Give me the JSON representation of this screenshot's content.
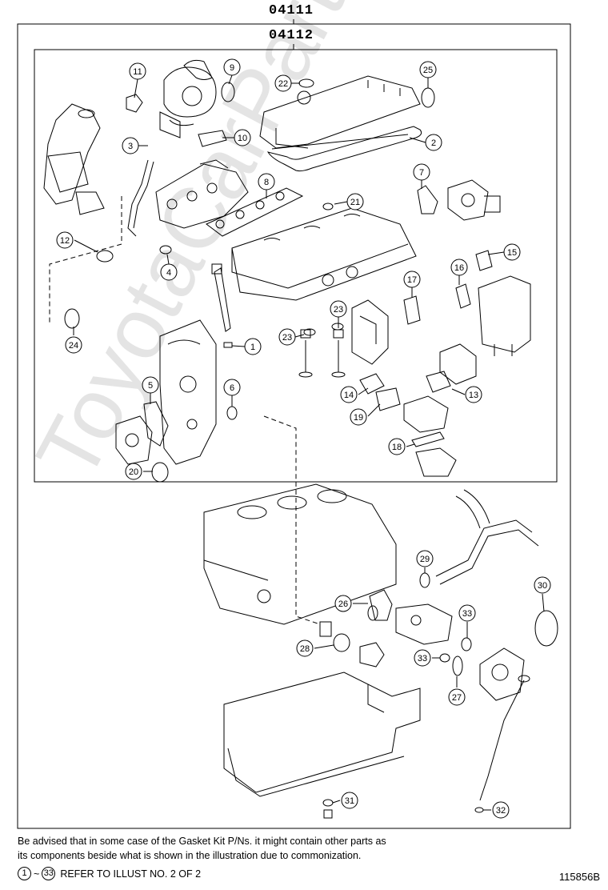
{
  "kits": {
    "outer": "04111",
    "inner": "04112"
  },
  "callouts": [
    {
      "n": "11"
    },
    {
      "n": "9"
    },
    {
      "n": "22"
    },
    {
      "n": "25"
    },
    {
      "n": "10"
    },
    {
      "n": "3"
    },
    {
      "n": "2"
    },
    {
      "n": "8"
    },
    {
      "n": "7"
    },
    {
      "n": "21"
    },
    {
      "n": "12"
    },
    {
      "n": "4"
    },
    {
      "n": "15"
    },
    {
      "n": "16"
    },
    {
      "n": "17"
    },
    {
      "n": "23"
    },
    {
      "n": "23"
    },
    {
      "n": "24"
    },
    {
      "n": "1"
    },
    {
      "n": "5"
    },
    {
      "n": "6"
    },
    {
      "n": "14"
    },
    {
      "n": "13"
    },
    {
      "n": "19"
    },
    {
      "n": "18"
    },
    {
      "n": "20"
    },
    {
      "n": "29"
    },
    {
      "n": "30"
    },
    {
      "n": "26"
    },
    {
      "n": "33"
    },
    {
      "n": "28"
    },
    {
      "n": "33"
    },
    {
      "n": "27"
    },
    {
      "n": "31"
    },
    {
      "n": "32"
    }
  ],
  "notes": {
    "line1": "Be advised that in some case of the Gasket Kit P/Ns.  it might contain other parts as",
    "line2": "its components beside what is shown in the illustration due to commonization."
  },
  "reference": {
    "from": "1",
    "tilde": "~",
    "to": "33",
    "text": "REFER TO ILLUST NO. 2 OF 2"
  },
  "illustration_code": "115856B",
  "watermark": "ToyotaCarPart.ru"
}
